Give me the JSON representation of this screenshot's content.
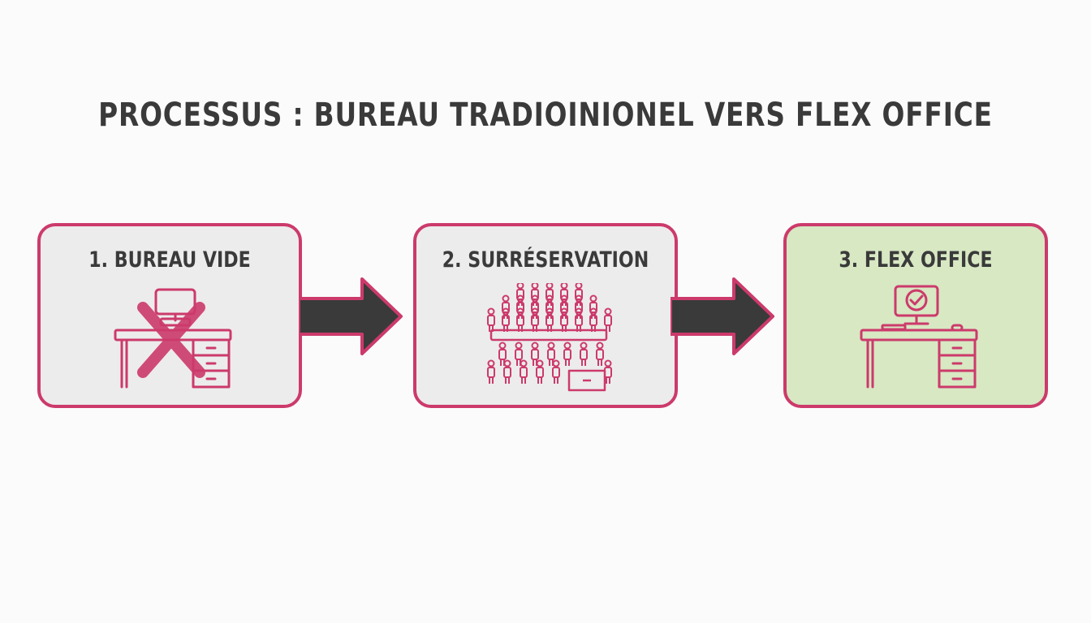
{
  "title": "PROCESSUS : BUREAU TRADIOINIONEL VERS FLEX OFFICE",
  "stages": [
    {
      "label": "1. BUREAU VIDE",
      "icon": "empty-desk-crossed-icon",
      "background": "#ececec"
    },
    {
      "label": "2. SURRÉSERVATION",
      "icon": "overbooked-desk-crowd-icon",
      "background": "#ececec"
    },
    {
      "label": "3. FLEX OFFICE",
      "icon": "desk-with-checked-monitor-icon",
      "background": "#d7e8c3"
    }
  ],
  "colors": {
    "accent": "#cc3a6b",
    "arrow": "#3a3a3a",
    "text": "#3a3a3a",
    "page_background": "#fbfbfb"
  }
}
